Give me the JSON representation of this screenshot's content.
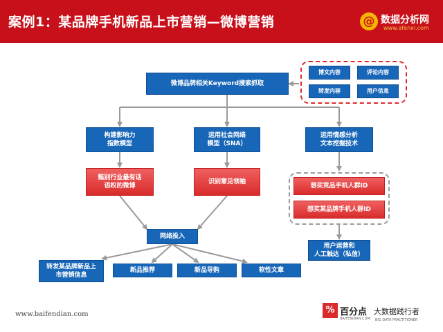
{
  "header": {
    "title": "案例1：某品牌手机新品上市营销—微博营销",
    "logo_text": "数据分析网",
    "logo_url": "www.afenxi.com",
    "logo_symbol": "@"
  },
  "diagram": {
    "top_node": "微博品牌相关Keyword搜索抓取",
    "content_types": [
      "博文内容",
      "评论内容",
      "转发内容",
      "用户信息"
    ],
    "branches": [
      {
        "method": "构建影响力\n指数模型",
        "result": "甄别行业最有话\n语权的微博"
      },
      {
        "method": "运用社会网络\n模型（SNA）",
        "result": "识别意见领袖"
      },
      {
        "method": "运用情感分析\n文本挖掘技术",
        "results": [
          "想买竞品手机人群ID",
          "想买某品牌手机人群ID"
        ],
        "final": "用户运营和\n人工触达（私信）"
      }
    ],
    "merge_node": "网络投入",
    "outputs": [
      "转发某品牌新品上\n市营销信息",
      "新品推荐",
      "新品导购",
      "软性文章"
    ]
  },
  "footer": {
    "url": "www.baifendian.com",
    "brand_cn": "百分点",
    "brand_en": "BAIFENDIAN.COM",
    "brand_symbol": "%",
    "partner_cn": "大数据践行者",
    "partner_en": "BIG DATA PRACTITIONER"
  },
  "colors": {
    "header_red": "#c8101a",
    "node_blue": "#1766b8",
    "node_red": "#d92b2b",
    "connector_gray": "#9a9a9a"
  }
}
